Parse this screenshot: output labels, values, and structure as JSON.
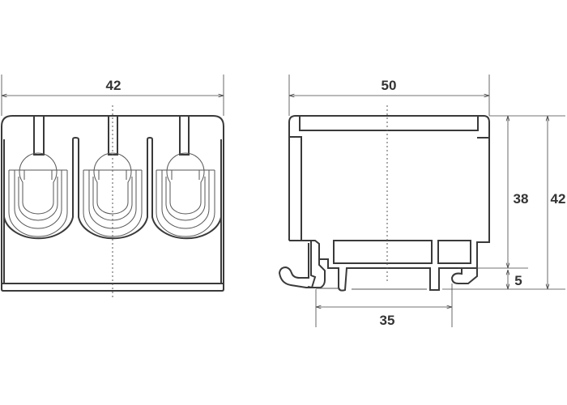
{
  "front_view": {
    "width_label": "42"
  },
  "side_view": {
    "width_label": "50",
    "height_label": "38",
    "total_height_label": "42",
    "rail_height_label": "5",
    "rail_width_label": "35"
  }
}
